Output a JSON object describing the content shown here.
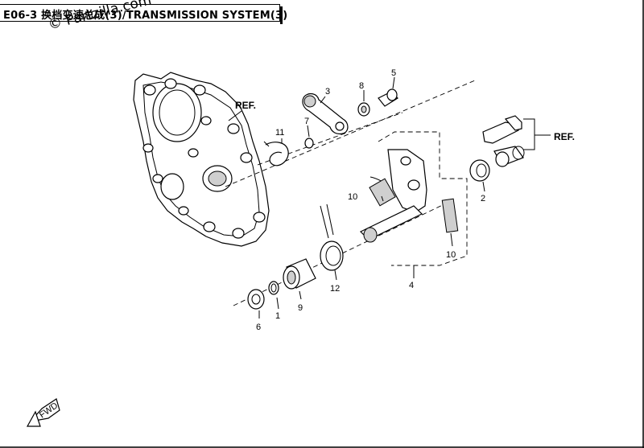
{
  "header": {
    "title": "E06-3 换档变速总成(3)/TRANSMISSION SYSTEM(3)",
    "watermark": "© Partzilla.com"
  },
  "diagram": {
    "labels": {
      "p1": "1",
      "p2": "2",
      "p3": "3",
      "p4": "4",
      "p5": "5",
      "p6": "6",
      "p7": "7",
      "p8": "8",
      "p9": "9",
      "p10a": "10",
      "p10b": "10",
      "p11": "11",
      "p12": "12"
    },
    "ref_left": "REF.",
    "ref_right": "REF.",
    "fwd": "FWD"
  }
}
